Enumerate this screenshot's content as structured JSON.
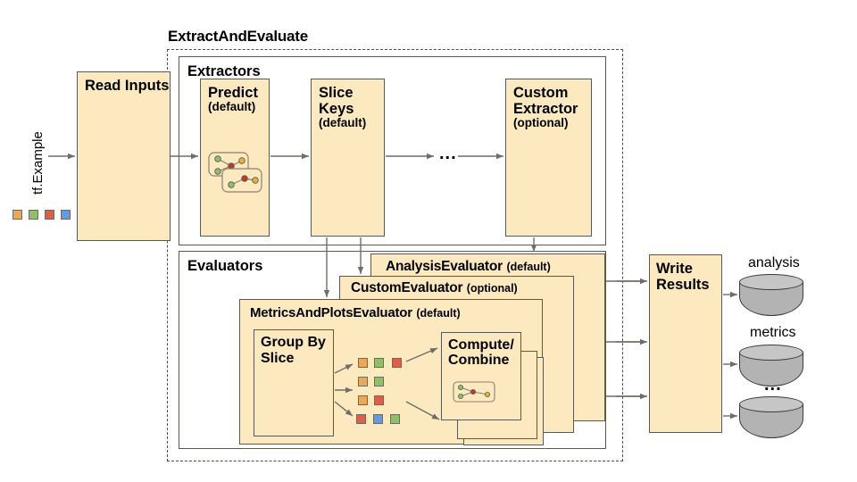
{
  "diagram": {
    "title": "ExtractAndEvaluate",
    "input_label": "tf.Example",
    "input_chips": [
      "#eaa95a",
      "#8fbf6b",
      "#d9604f",
      "#6699e0"
    ]
  },
  "nodes": {
    "read_inputs": {
      "label": "Read Inputs"
    },
    "extractors_group": {
      "label": "Extractors"
    },
    "predict": {
      "label": "Predict",
      "qualifier": "(default)"
    },
    "slice_keys": {
      "label": "Slice Keys",
      "qualifier": "(default)"
    },
    "ellipsis_extractors": {
      "label": "..."
    },
    "custom_extractor": {
      "label": "Custom Extractor",
      "qualifier": "(optional)"
    },
    "evaluators_group": {
      "label": "Evaluators"
    },
    "analysis_evaluator": {
      "label": "AnalysisEvaluator",
      "qualifier": "(default)"
    },
    "custom_evaluator": {
      "label": "CustomEvaluator",
      "qualifier": "(optional)"
    },
    "metrics_and_plots_evaluator": {
      "label": "MetricsAndPlotsEvaluator",
      "qualifier": "(default)"
    },
    "group_by_slice": {
      "label": "Group By Slice"
    },
    "compute_combine": {
      "label": "Compute/ Combine"
    },
    "write_results": {
      "label": "Write Results"
    }
  },
  "slice_chip_grid": [
    [
      "#eaa95a",
      "#8fbf6b",
      "#d9604f"
    ],
    [
      "#eaa95a",
      "#8fbf6b"
    ],
    [
      "#eaa95a",
      "#d9604f"
    ],
    [
      "#d9604f",
      "#6699e0",
      "#8fbf6b"
    ]
  ],
  "outputs": [
    {
      "caption": "analysis"
    },
    {
      "caption": "metrics"
    },
    {
      "caption": "..."
    }
  ],
  "colors": {
    "box_fill": "#fce9c0",
    "box_stroke": "#5a5a52",
    "dashed_stroke": "#4d4d4d",
    "arrow": "#6e6e66",
    "cylinder_body": "#b3b3b3",
    "cylinder_top": "#c6c6c6",
    "chip_orange": "#eaa95a",
    "chip_green": "#8fbf6b",
    "chip_red": "#d9604f",
    "chip_blue": "#6699e0"
  }
}
